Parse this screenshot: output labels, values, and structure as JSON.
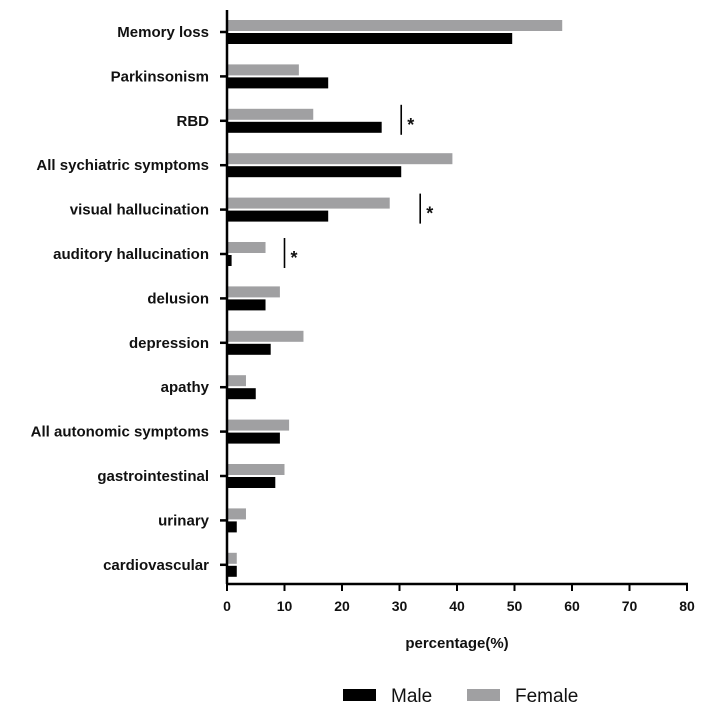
{
  "chart_data": {
    "type": "bar",
    "orientation": "horizontal",
    "categories": [
      "Memory loss",
      "Parkinsonism",
      "RBD",
      "All sychiatric symptoms",
      "visual hallucination",
      "auditory hallucination",
      "delusion",
      "depression",
      "apathy",
      "All autonomic symptoms",
      "gastrointestinal",
      "urinary",
      "cardiovascular"
    ],
    "series": [
      {
        "name": "Female",
        "color": "#a0a0a2",
        "values": [
          58.3,
          12.5,
          15.0,
          39.2,
          28.3,
          6.7,
          9.2,
          13.3,
          3.3,
          10.8,
          10.0,
          3.3,
          1.7
        ]
      },
      {
        "name": "Male",
        "color": "#000000",
        "values": [
          49.6,
          17.6,
          26.9,
          30.3,
          17.6,
          0.8,
          6.7,
          7.6,
          5.0,
          9.2,
          8.4,
          1.7,
          1.7
        ]
      }
    ],
    "significance": [
      {
        "category": "RBD",
        "x": 30.3,
        "label": "*"
      },
      {
        "category": "visual hallucination",
        "x": 33.6,
        "label": "*"
      },
      {
        "category": "auditory hallucination",
        "x": 10.0,
        "label": "*"
      }
    ],
    "xlim": [
      0,
      80
    ],
    "xticks": [
      "0",
      "10",
      "20",
      "30",
      "40",
      "50",
      "60",
      "70",
      "80"
    ],
    "xlabel": "percentage(%)",
    "ylabel": "",
    "title": "",
    "grid": false,
    "legend": {
      "placement": "bottom",
      "items": [
        "Male",
        "Female"
      ]
    }
  }
}
